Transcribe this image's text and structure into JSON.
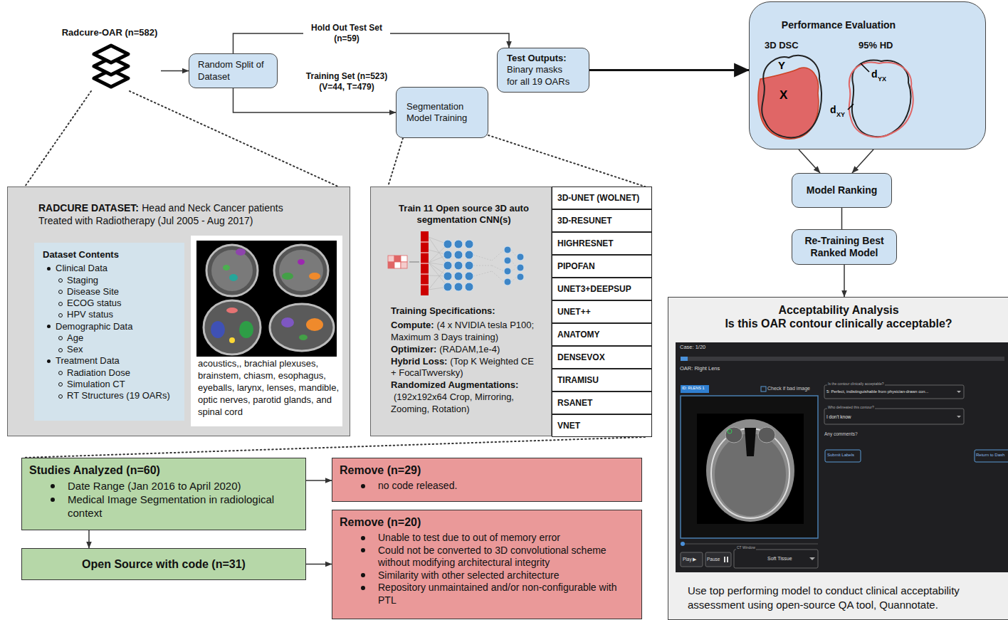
{
  "diagram": {
    "nodes": [
      {
        "text": [
          "Radcure-OAR (n=582)"
        ]
      },
      {
        "text": [
          "Random Split of Dataset"
        ]
      },
      {
        "text": [
          "Segmentation Model Training"
        ]
      },
      {
        "text": [
          "Test Outputs:",
          "Binary masks for all 19 OARs"
        ]
      },
      {
        "text": [
          "Performance Evaluation",
          "3D DSC",
          "95% HD"
        ]
      },
      {
        "text": [
          "Model Ranking"
        ]
      },
      {
        "text": [
          "Re-Training Best Ranked Model"
        ]
      },
      {
        "text": [
          "Acceptability Analysis",
          "Is this OAR contour clinically acceptable?",
          "Use top performing model to conduct clinical acceptability assessment using open-source QA tool, Quannotate."
        ]
      },
      {
        "text": [
          "RADCURE DATASET:",
          "Head and Neck Cancer patients Treated with Radiotherapy (Jul 2005 - Aug 2017)"
        ]
      },
      {
        "text": [
          "Dataset Contents",
          "Clinical Data",
          "Staging",
          "Disease Site",
          "ECOG status",
          "HPV status",
          "Demographic Data",
          "Age",
          "Sex",
          "Treatment Data",
          "Radiation Dose",
          "Simulation CT",
          "RT Structures (19 OARs)"
        ],
        "in": 8
      },
      {
        "text": [
          "acoustics,, brachial plexuses, brainstem, chiasm, esophagus, eyeballs, larynx, lenses, mandible, optic nerves, parotid glands, and spinal cord"
        ],
        "in": 8
      },
      {
        "text": [
          "Train 11 Open source 3D auto segmentation CNN(s)",
          "Training Specifications:",
          "Compute:",
          "(4 x NVIDIA tesla P100; Maximum 3 Days training)",
          "Optimizer:",
          "(RADAM,1e-4)",
          "Hybrid Loss:",
          "(Top K Weighted CE + FocalTwversky)",
          "Randomized Augmentations:",
          "(192x192x64 Crop, Mirroring, Zooming, Rotation)"
        ]
      },
      {
        "text": [
          "3D-UNET (WOLNET)"
        ]
      },
      {
        "text": [
          "3D-RESUNET"
        ]
      },
      {
        "text": [
          "HIGHRESNET"
        ]
      },
      {
        "text": [
          "PIPOFAN"
        ]
      },
      {
        "text": [
          "UNET3+DEEPSUP"
        ]
      },
      {
        "text": [
          "UNET++"
        ]
      },
      {
        "text": [
          "ANATOMY"
        ]
      },
      {
        "text": [
          "DENSEVOX"
        ]
      },
      {
        "text": [
          "TIRAMISU"
        ]
      },
      {
        "text": [
          "RSANET"
        ]
      },
      {
        "text": [
          "VNET"
        ]
      },
      {
        "text": [
          "Studies Analyzed (n=60)",
          "Date Range (Jan 2016 to April 2020)",
          "Medical Image Segmentation in radiological context"
        ]
      },
      {
        "text": [
          "Open Source with code (n=31)"
        ]
      },
      {
        "text": [
          "Remove (n=29)",
          "no code released."
        ]
      },
      {
        "text": [
          "Remove (n=20)",
          "Unable to test due to out of memory error",
          "Could not be converted to 3D convolutional scheme without modifying architectural integrity",
          "Similarity with other selected architecture",
          "Repository unmaintained and/or non-configurable with PTL"
        ]
      }
    ],
    "edges": [
      {
        "from": 0,
        "to": 1,
        "arrow": "to"
      },
      {
        "from": 1,
        "to": 3,
        "label": "Hold Out Test Set (n=59)",
        "arrow": "to"
      },
      {
        "from": 1,
        "to": 2,
        "label": "Training Set (n=523) (V=44, T=479)",
        "arrow": "to"
      },
      {
        "from": 3,
        "to": 4,
        "arrow": "to"
      },
      {
        "from": 4,
        "to": 5,
        "arrow": "to"
      },
      {
        "from": 4,
        "to": 5,
        "arrow": "to"
      },
      {
        "from": 5,
        "to": 6,
        "arrow": "none"
      },
      {
        "from": 6,
        "to": 7,
        "arrow": "to"
      },
      {
        "from": 0,
        "to": 8,
        "arrow": "none"
      },
      {
        "from": 0,
        "to": 8,
        "arrow": "none"
      },
      {
        "from": 2,
        "to": 11,
        "arrow": "none"
      },
      {
        "from": 2,
        "to": 12,
        "arrow": "none"
      },
      {
        "from": 22,
        "to": 23,
        "arrow": "none"
      },
      {
        "from": 23,
        "to": 24,
        "arrow": "to"
      },
      {
        "from": 23,
        "to": 25,
        "arrow": "to"
      },
      {
        "from": 24,
        "to": 26,
        "arrow": "to"
      }
    ],
    "labels": [
      "Y",
      "X",
      "d",
      "YX",
      "d",
      "XY",
      "Case: 1/20",
      "OAR: Right Lens",
      "ID: RLENS 1",
      "Check if bad image",
      "Is the contour clinically acceptable?",
      "5: Perfect, indistinguishable from physician-drawn con...",
      "Who delineated this contour?",
      "I don't know",
      "Any comments?",
      "Submit Labels",
      "Return to Dash",
      "Play ▶",
      "Pause",
      "CT Window",
      "Soft Tissue"
    ]
  }
}
